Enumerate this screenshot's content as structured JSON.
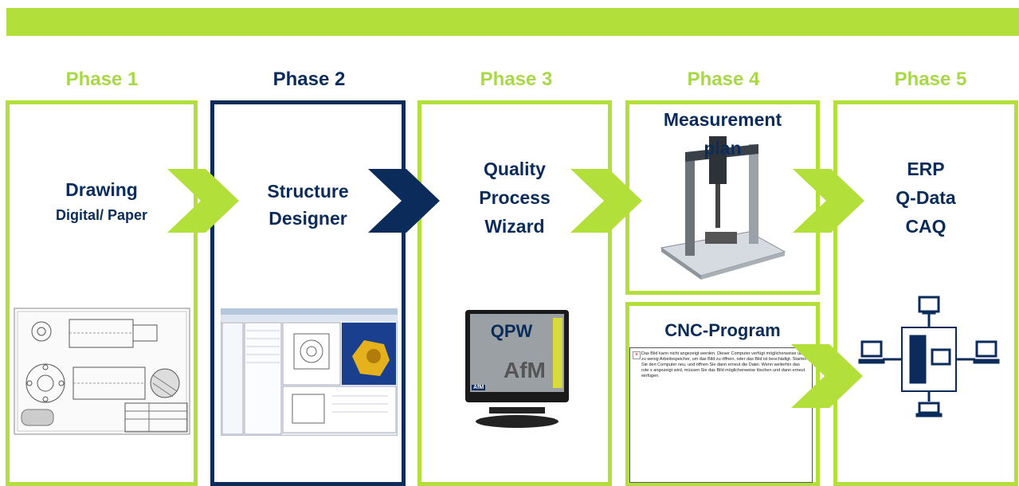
{
  "colors": {
    "accent_green": "#b3df3a",
    "navy": "#0b2c5a",
    "green_label": "#a8d848"
  },
  "phases": [
    {
      "label": "Phase 1",
      "title_main": "Drawing",
      "title_sub": "Digital/ Paper"
    },
    {
      "label": "Phase 2",
      "title_main": "Structure",
      "title_sub": "Designer"
    },
    {
      "label": "Phase 3",
      "title_lines": [
        "Quality",
        "Process",
        "Wizard"
      ]
    },
    {
      "label": "Phase 4",
      "title_lines": [
        "Measurement",
        "plan"
      ],
      "sub_box_title": "CNC-Program"
    },
    {
      "label": "Phase 5",
      "title_lines": [
        "ERP",
        "Q-Data",
        "CAQ"
      ]
    }
  ],
  "monitor": {
    "screen_title": "QPW",
    "screen_brand": "AfM",
    "footer_brand": "AfM"
  },
  "cnc_placeholder_text": "Das Bild kann nicht angezeigt werden. Dieser Computer verfügt möglicherweise über zu wenig Arbeitsspeicher, um das Bild zu öffnen, oder das Bild ist beschädigt. Starten Sie den Computer neu, und öffnen Sie dann erneut die Datei. Wenn weiterhin das rote x angezeigt wird, müssen Sie das Bild möglicherweise löschen und dann erneut einfügen.",
  "icons": [
    "chevron-arrow-icon",
    "network-computers-icon",
    "broken-image-icon"
  ]
}
